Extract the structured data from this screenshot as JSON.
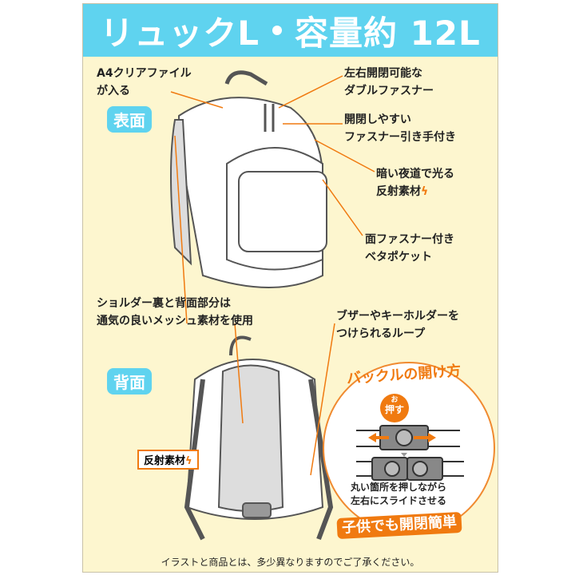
{
  "header": {
    "title_left": "リュックL",
    "title_right": "容量約 12L"
  },
  "front": {
    "badge": "表面",
    "labels": {
      "a4": [
        "A4クリアファイル",
        "が入る"
      ],
      "double_zipper": [
        "左右開閉可能な",
        "ダブルファスナー"
      ],
      "zipper_pull": [
        "開閉しやすい",
        "ファスナー引き手付き"
      ],
      "reflective": [
        "暗い夜道で光る",
        "反射素材"
      ],
      "pocket": [
        "面ファスナー付き",
        "ベタポケット"
      ]
    }
  },
  "back": {
    "badge": "背面",
    "labels": {
      "mesh": [
        "ショルダー裏と背面部分は",
        "通気の良いメッシュ素材を使用"
      ],
      "loop": [
        "ブザーやキーホルダーを",
        "つけられるループ"
      ],
      "reflective": "反射素材"
    }
  },
  "buckle": {
    "title": "バックルの開け方",
    "push": "押す",
    "push_ruby": "お",
    "instructions": [
      "丸い箇所を押しながら",
      "左右にスライドさせる"
    ],
    "easy": "子供でも開閉簡単"
  },
  "footer": "イラストと商品とは、多少異なりますのでご了承ください。",
  "colors": {
    "header": "#5fd3ef",
    "background": "#fdf6cf",
    "accent": "#f07a10"
  }
}
